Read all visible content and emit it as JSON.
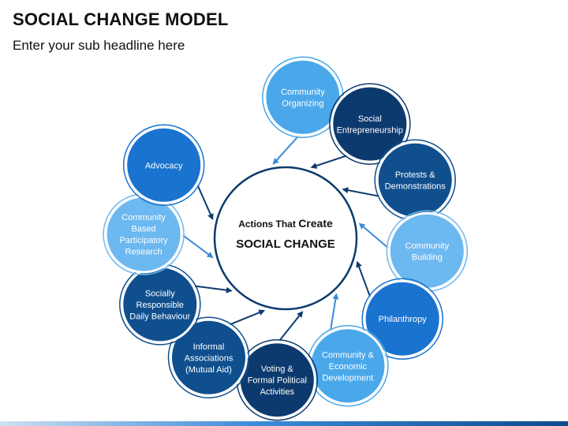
{
  "header": {
    "title": "SOCIAL CHANGE MODEL",
    "subtitle": "Enter your sub headline here"
  },
  "center": {
    "line1_prefix": "Actions That ",
    "line1_emphasis": "Create",
    "line2": "SOCIAL CHANGE"
  },
  "nodes": [
    {
      "id": "community-organizing",
      "lines": [
        "Community",
        "Organizing"
      ],
      "color": "#4aa8ea"
    },
    {
      "id": "social-entrepreneurship",
      "lines": [
        "Social",
        "Entrepreneurship"
      ],
      "color": "#0d3a6e"
    },
    {
      "id": "protests-demonstrations",
      "lines": [
        "Protests &",
        "Demonstrations"
      ],
      "color": "#0f4f8e"
    },
    {
      "id": "community-building",
      "lines": [
        "Community",
        "Building"
      ],
      "color": "#6cb8f0"
    },
    {
      "id": "philanthropy",
      "lines": [
        "Philanthropy"
      ],
      "color": "#1a73cf"
    },
    {
      "id": "community-economic-development",
      "lines": [
        "Community &",
        "Economic",
        "Development"
      ],
      "color": "#4aa8ea"
    },
    {
      "id": "voting-formal-political-activities",
      "lines": [
        "Voting &",
        "Formal Political",
        "Activities"
      ],
      "color": "#0d3a6e"
    },
    {
      "id": "informal-associations",
      "lines": [
        "Informal",
        "Associations",
        "(Mutual Aid)"
      ],
      "color": "#0f4f8e"
    },
    {
      "id": "socially-responsible-daily-behaviour",
      "lines": [
        "Socially",
        "Responsible",
        "Daily Behaviour"
      ],
      "color": "#0f4f8e"
    },
    {
      "id": "community-based-participatory-research",
      "lines": [
        "Community",
        "Based",
        "Participatory",
        "Research"
      ],
      "color": "#6cb8f0"
    },
    {
      "id": "advocacy",
      "lines": [
        "Advocacy"
      ],
      "color": "#1a73cf"
    }
  ]
}
